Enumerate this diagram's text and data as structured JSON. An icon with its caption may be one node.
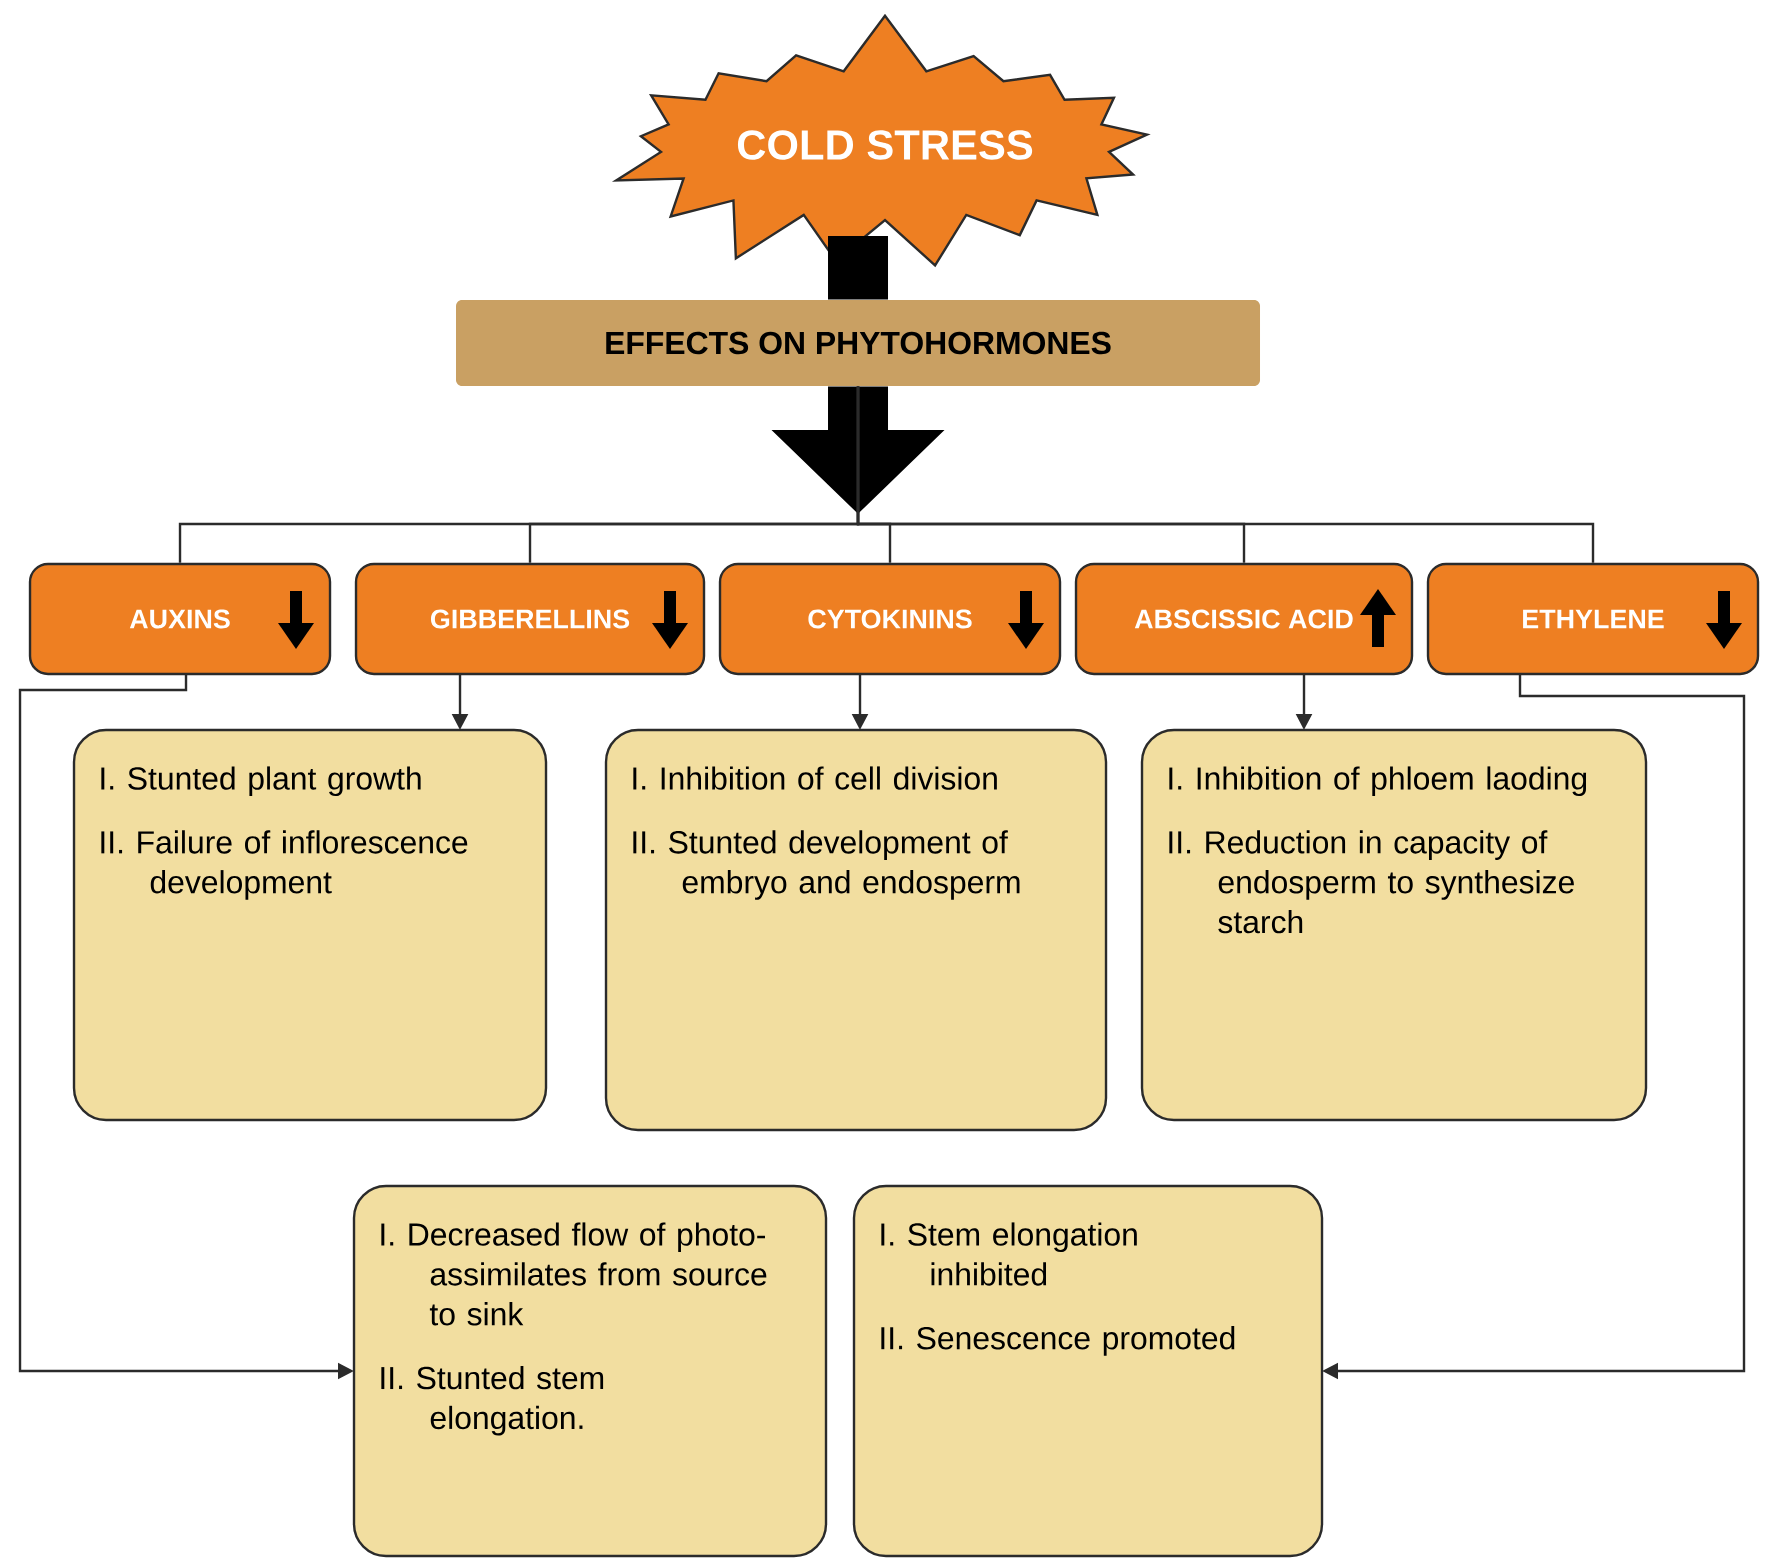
{
  "diagram": {
    "nodes": [
      {
        "text": [
          "COLD STRESS"
        ]
      },
      {
        "text": [
          "EFFECTS ON PHYTOHORMONES"
        ]
      },
      {
        "text": [
          "AUXINS"
        ]
      },
      {
        "text": [
          "GIBBERELLINS"
        ]
      },
      {
        "text": [
          "CYTOKININS"
        ]
      },
      {
        "text": [
          "ABSCISSIC ACID"
        ]
      },
      {
        "text": [
          "ETHYLENE"
        ]
      },
      {
        "text": [
          "I. Stunted plant growth",
          "II. Failure of inflorescence development"
        ]
      },
      {
        "text": [
          "I. Inhibition of cell division",
          "II. Stunted development of embryo and endosperm"
        ]
      },
      {
        "text": [
          "I. Inhibition of phloem laoding",
          "II. Reduction in capacity of endosperm to synthesize starch"
        ]
      },
      {
        "text": [
          "I. Decreased flow of photo-assimilates from source to sink",
          "II. Stunted stem elongation."
        ]
      },
      {
        "text": [
          "I. Stem elongation inhibited",
          "II. Senescence promoted"
        ]
      }
    ],
    "edges": [
      {
        "from": 0,
        "to": 1,
        "arrow": "none",
        "style": "thick"
      },
      {
        "from": 1,
        "to": null,
        "arrow": "to",
        "style": "thick"
      },
      {
        "from": 1,
        "to": 2,
        "arrow": "none"
      },
      {
        "from": 1,
        "to": 3,
        "arrow": "none"
      },
      {
        "from": 1,
        "to": 4,
        "arrow": "none"
      },
      {
        "from": 1,
        "to": 5,
        "arrow": "none"
      },
      {
        "from": 1,
        "to": 6,
        "arrow": "none"
      },
      {
        "from": 3,
        "to": 7,
        "arrow": "to"
      },
      {
        "from": 4,
        "to": 8,
        "arrow": "to"
      },
      {
        "from": 5,
        "to": 9,
        "arrow": "to"
      },
      {
        "from": 2,
        "to": 10,
        "arrow": "to"
      },
      {
        "from": 6,
        "to": 11,
        "arrow": "to"
      }
    ]
  }
}
